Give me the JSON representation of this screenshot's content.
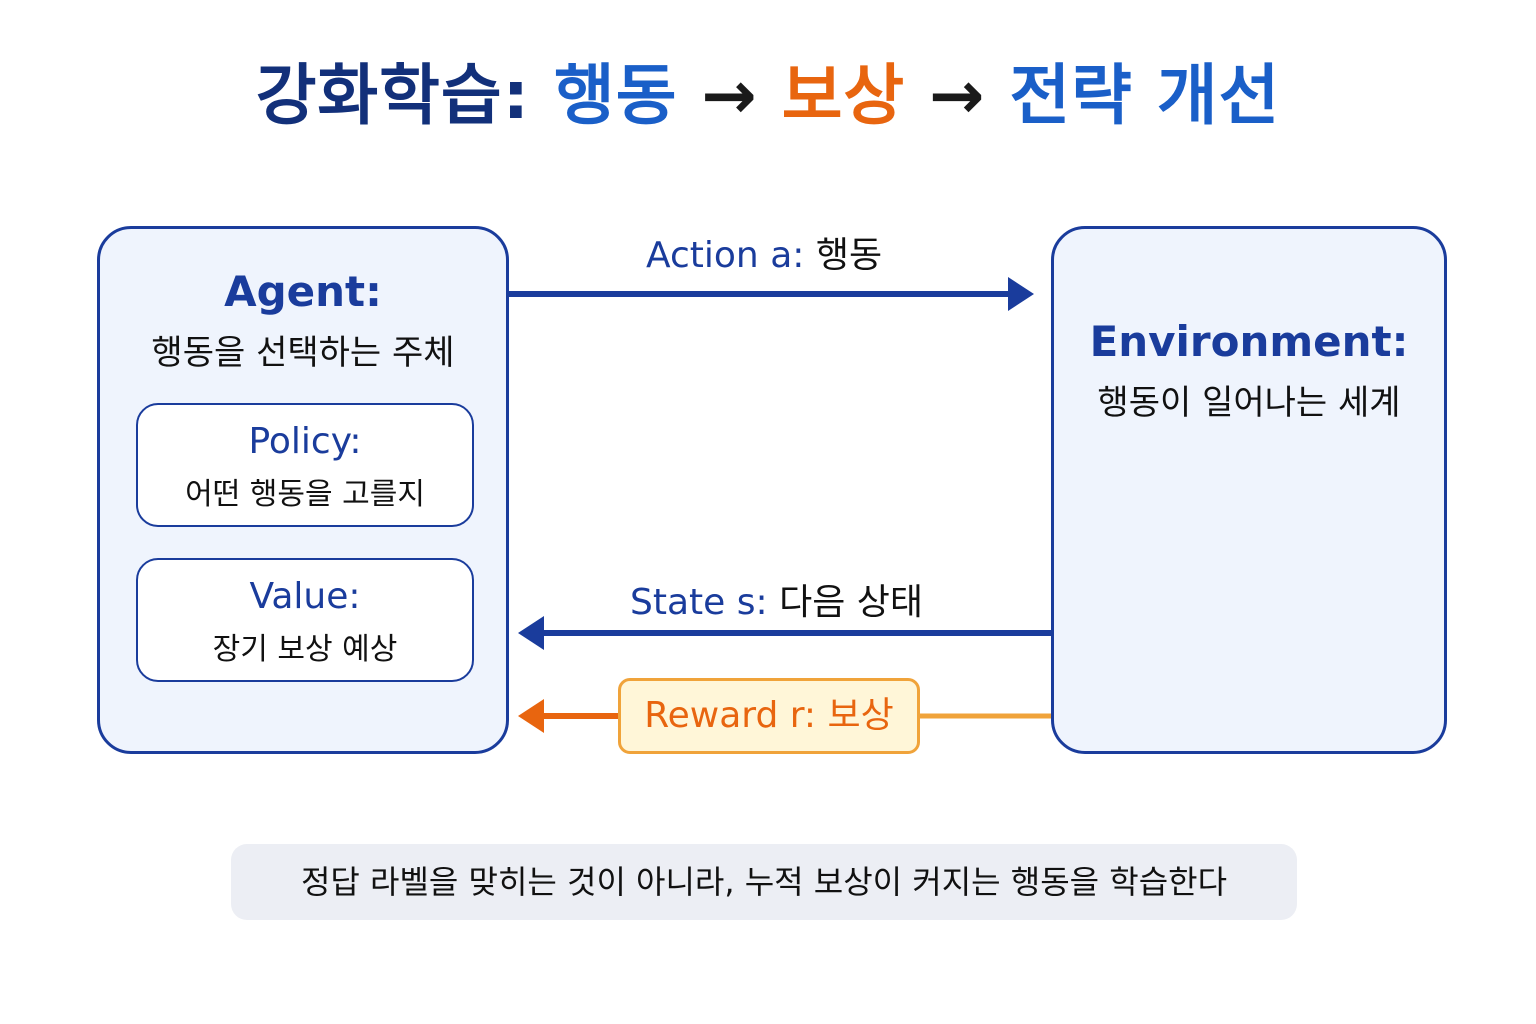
{
  "title": {
    "prefix": "강화학습:",
    "action": "행동",
    "arrow1": "→",
    "reward": "보상",
    "arrow2": "→",
    "improve": "전략 개선"
  },
  "agent": {
    "heading": "Agent:",
    "description": "행동을 선택하는 주체",
    "policy": {
      "heading": "Policy:",
      "description": "어떤 행동을 고를지"
    },
    "value": {
      "heading": "Value:",
      "description": "장기 보상 예상"
    }
  },
  "environment": {
    "heading": "Environment:",
    "description": "행동이 일어나는 세계"
  },
  "edges": {
    "action": {
      "en": "Action a:",
      "ko": "행동"
    },
    "state": {
      "en": "State s:",
      "ko": "다음 상태"
    },
    "reward": {
      "label": "Reward r: 보상"
    }
  },
  "footer": {
    "text": "정답 라벨을 맞히는 것이 아니라, 누적 보상이 커지는 행동을 학습한다"
  },
  "colors": {
    "navy": "#1a3c9c",
    "blue": "#1a5fc8",
    "orange": "#e8650f",
    "amber": "#f0a33a"
  }
}
